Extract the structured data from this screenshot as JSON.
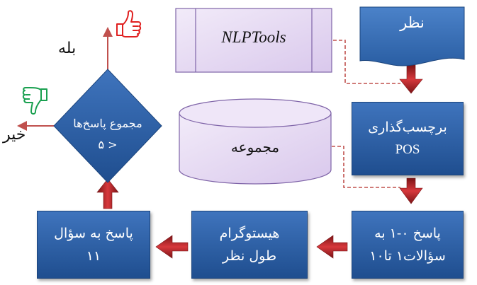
{
  "nodes": {
    "opinion": "نظر",
    "nlptools": "NLPTools",
    "pos_tagging_line1": "برچسب‌گذاری",
    "pos_tagging_line2": "POS",
    "collection": "مجموعه",
    "answer01_line1": "پاسخ ۰-۱ به",
    "answer01_line2": "سؤالات۱ تا۱۰",
    "histogram_line1": "هیستوگرام",
    "histogram_line2": "طول نظر",
    "answer11_line1": "پاسخ به سؤال",
    "answer11_line2": "۱۱",
    "sum_line1": "مجموع پاسخ‌ها",
    "sum_line2": "۵ >"
  },
  "labels": {
    "yes": "بله",
    "no": "خیر"
  },
  "icons": {
    "thumbs_up": "thumbs-up-icon",
    "thumbs_down": "thumbs-down-icon"
  },
  "colors": {
    "blue_fill": "#2e62a8",
    "lavender_fill": "#e6d9f2",
    "arrow_red": "#b8282c",
    "thumb_red": "#e02020",
    "thumb_green": "#1aa050"
  }
}
